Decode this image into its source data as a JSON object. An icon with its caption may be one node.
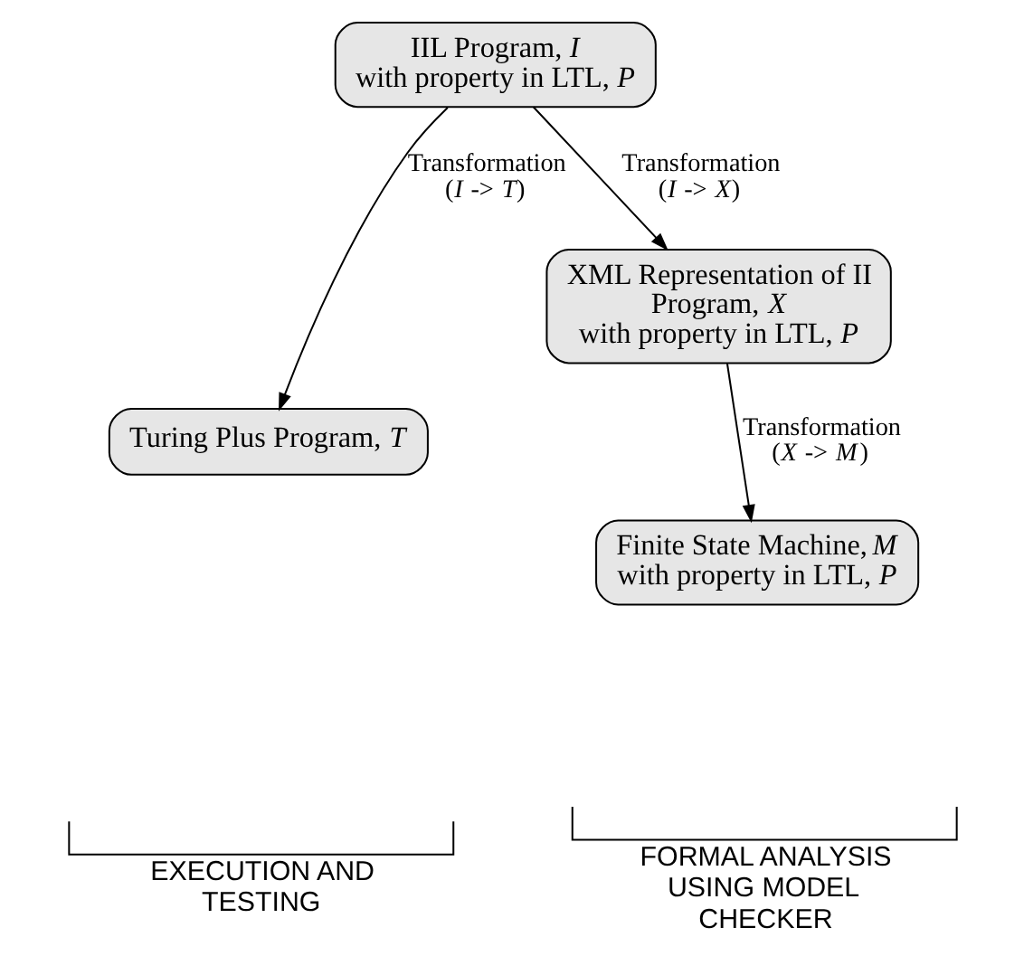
{
  "diagram": {
    "nodes": [
      {
        "text": [
          "IIL Program, *I*",
          "with property in LTL, *P*"
        ]
      },
      {
        "text": [
          "Turing Plus Program, *T*"
        ]
      },
      {
        "text": [
          "XML Representation of II Program, *X*",
          "with property in LTL, *P*"
        ]
      },
      {
        "text": [
          "Finite State Machine, *M*",
          "with property in LTL, *P*"
        ]
      }
    ],
    "edges": [
      {
        "from": 0,
        "to": 1,
        "arrow": "to",
        "label": "Transformation (*I* -> *T*)"
      },
      {
        "from": 0,
        "to": 2,
        "arrow": "to",
        "label": "Transformation (*I* -> *X*)"
      },
      {
        "from": 2,
        "to": 3,
        "arrow": "to",
        "label": "Transformation (*X* -> *M*)"
      }
    ],
    "labels": [
      "EXECUTION AND TESTING",
      "FORMAL ANALYSIS USING MODEL CHECKER"
    ]
  }
}
